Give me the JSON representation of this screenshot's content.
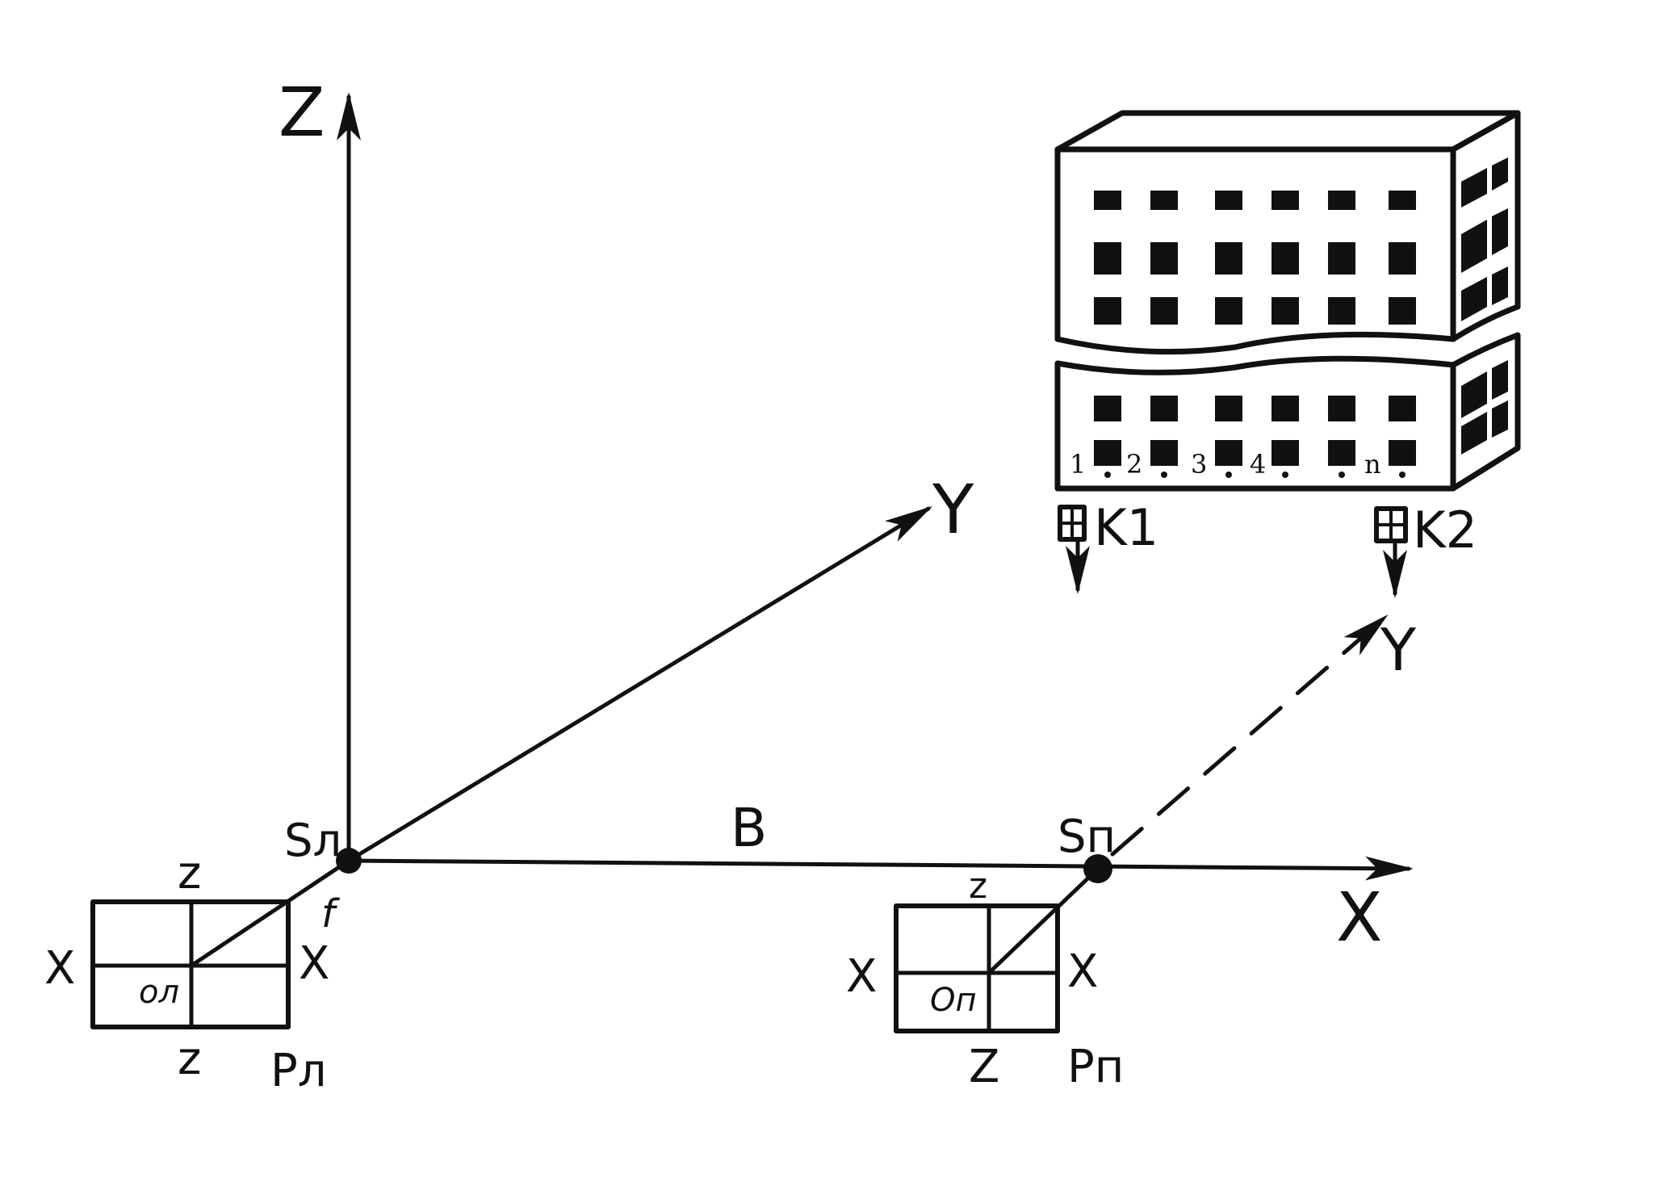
{
  "axes": {
    "z_label": "Z",
    "y_label": "Y",
    "x_label": "X",
    "baseline_label": "B",
    "focal_label": "f"
  },
  "left_station": {
    "center_label": "Sл",
    "frame_label": "Pл",
    "origin_label": "oл",
    "x_left": "X",
    "x_right": "X",
    "z_top": "z",
    "z_bottom": "z"
  },
  "right_station": {
    "center_label": "Sп",
    "frame_label": "Pп",
    "origin_label": "Oп",
    "x_left": "X",
    "x_right": "X",
    "z_top": "z",
    "z_bottom": "Z",
    "y_label": "Y"
  },
  "building": {
    "point_labels": [
      "1",
      "2",
      "3",
      "4",
      "n"
    ],
    "marker_left": "K1",
    "marker_right": "K2"
  }
}
